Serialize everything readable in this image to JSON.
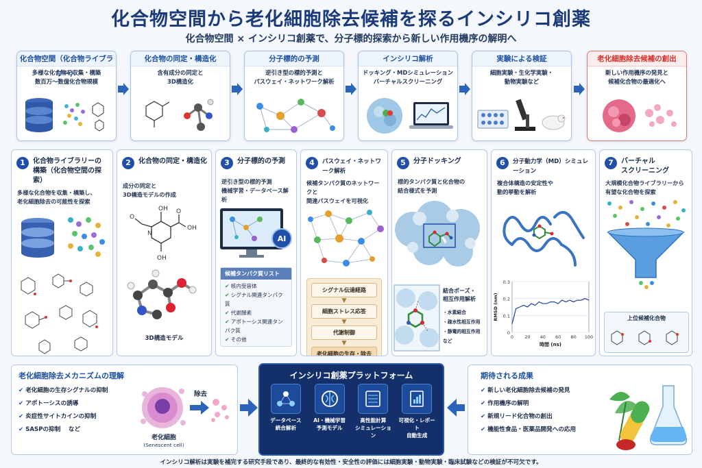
{
  "title": "化合物空間から老化細胞除去候補を探るインシリコ創薬",
  "subtitle": "化合物空間 × インシリコ創薬で、分子標的探索から新しい作用機序の解明へ",
  "steps": [
    {
      "title": "化合物空間（化合物ライブラリー）",
      "desc": "多様な化合物を収集・構築\n数百万〜数億化合物規模"
    },
    {
      "title": "化合物の同定・構造化",
      "desc": "含有成分の同定と\n3D構造化"
    },
    {
      "title": "分子標的の予測",
      "desc": "逆引き型の標的予測と\nパスウェイ・ネットワーク解析"
    },
    {
      "title": "インシリコ解析",
      "desc": "ドッキング・MDシミュレーション\nバーチャルスクリーニング"
    },
    {
      "title": "実験による検証",
      "desc": "細胞実験・生化学実験・\n動物実験など"
    },
    {
      "title": "老化細胞除去候補の創出",
      "desc": "新しい作用機序の発見と\n候補化合物の最適化へ"
    }
  ],
  "panels": [
    {
      "num": "1",
      "title": "化合物ライブラリーの\n構築（化合物空間の探索）",
      "desc": "多様な化合物を収集・構築し、\n老化細胞除去の可能性を探索"
    },
    {
      "num": "2",
      "title": "化合物の同定・構造化",
      "desc": "成分の同定と\n3D構造モデルの作成",
      "caption": "3D構造モデル"
    },
    {
      "num": "3",
      "title": "分子標的の予測",
      "desc": "逆引き型の標的予測\n機械学習・データベース解析",
      "badge": "AI",
      "candidates_title": "候補タンパク質リスト",
      "candidates": [
        "核内受容体",
        "シグナル関連タンパク質",
        "代謝酵素",
        "アポトーシス関連タンパク質",
        "その他"
      ]
    },
    {
      "num": "4",
      "title": "パスウェイ・ネットワーク解析",
      "desc": "候補タンパク質のネットワークと\n関連パスウェイを可視化",
      "flow": [
        "シグナル伝達経路",
        "細胞ストレス応答",
        "代謝制御",
        "老化細胞の生存・除去"
      ]
    },
    {
      "num": "5",
      "title": "分子ドッキング",
      "desc": "標的タンパク質と化合物の\n結合様式を予測",
      "pose_title": "結合ポーズ・\n相互作用解析",
      "interactions": [
        "・水素結合",
        "・疎水性相互作用",
        "・静電的相互作用",
        "など"
      ]
    },
    {
      "num": "6",
      "title": "分子動力学（MD）シミュレーション",
      "desc": "複合体構造の安定性や\n動的挙動を解析"
    },
    {
      "num": "7",
      "title": "バーチャル\nスクリーニング",
      "desc": "大規模化合物ライブラリーから\n有望な化合物を探索",
      "top_label": "上位候補化合物"
    }
  ],
  "chart_data": {
    "type": "line",
    "title": "",
    "xlabel": "時間 (ns)",
    "ylabel": "RMSD (nm)",
    "xlim": [
      0,
      100
    ],
    "ylim": [
      0,
      0.3
    ],
    "xticks": [
      "0",
      "20",
      "40",
      "60",
      "80",
      "100"
    ],
    "yticks": [
      "0",
      "0.1",
      "0.2",
      "0.3"
    ],
    "series": [
      {
        "x": [
          0,
          5,
          10,
          15,
          20,
          25,
          30,
          35,
          40,
          45,
          50,
          55,
          60,
          65,
          70,
          75,
          80,
          85,
          90,
          95,
          100
        ],
        "values": [
          0.05,
          0.14,
          0.15,
          0.16,
          0.15,
          0.17,
          0.16,
          0.18,
          0.17,
          0.17,
          0.18,
          0.18,
          0.17,
          0.19,
          0.18,
          0.19,
          0.18,
          0.19,
          0.19,
          0.2,
          0.19
        ]
      }
    ],
    "color": "#1f3f9a"
  },
  "mechanism": {
    "title": "老化細胞除去メカニズムの理解",
    "items": [
      "老化細胞の生存シグナルの抑制",
      "アポトーシスの誘導",
      "炎症性サイトカインの抑制",
      "SASPの抑制　 など"
    ],
    "cell_label": "老化細胞",
    "cell_sub": "(Senescent cell)",
    "remove_label": "除去"
  },
  "platform": {
    "title": "インシリコ創薬プラットフォーム",
    "items": [
      {
        "label": "データベース\n統合解析",
        "icon": "network-icon"
      },
      {
        "label": "AI・機械学習\n予測モデル",
        "icon": "ai-brain-icon"
      },
      {
        "label": "高性能計算\nシミュレーション",
        "icon": "server-icon"
      },
      {
        "label": "可視化・レポート\n自動生成",
        "icon": "report-icon"
      }
    ]
  },
  "outcomes": {
    "title": "期待される成果",
    "items": [
      "新しい老化細胞除去候補の発見",
      "作用機序の解明",
      "新規リード化合物の創出",
      "機能性食品・医薬品開発への応用"
    ]
  },
  "footer": "インシリコ解析は実験を補完する研究手段であり、最終的な有効性・安全性の評価には細胞実験・動物実験・臨床試験などの検証が不可欠です。",
  "colors": {
    "primary": "#1b3a7a",
    "accent": "#1f4fa8",
    "highlight": "#d62b2b",
    "platform": "#13306a"
  }
}
